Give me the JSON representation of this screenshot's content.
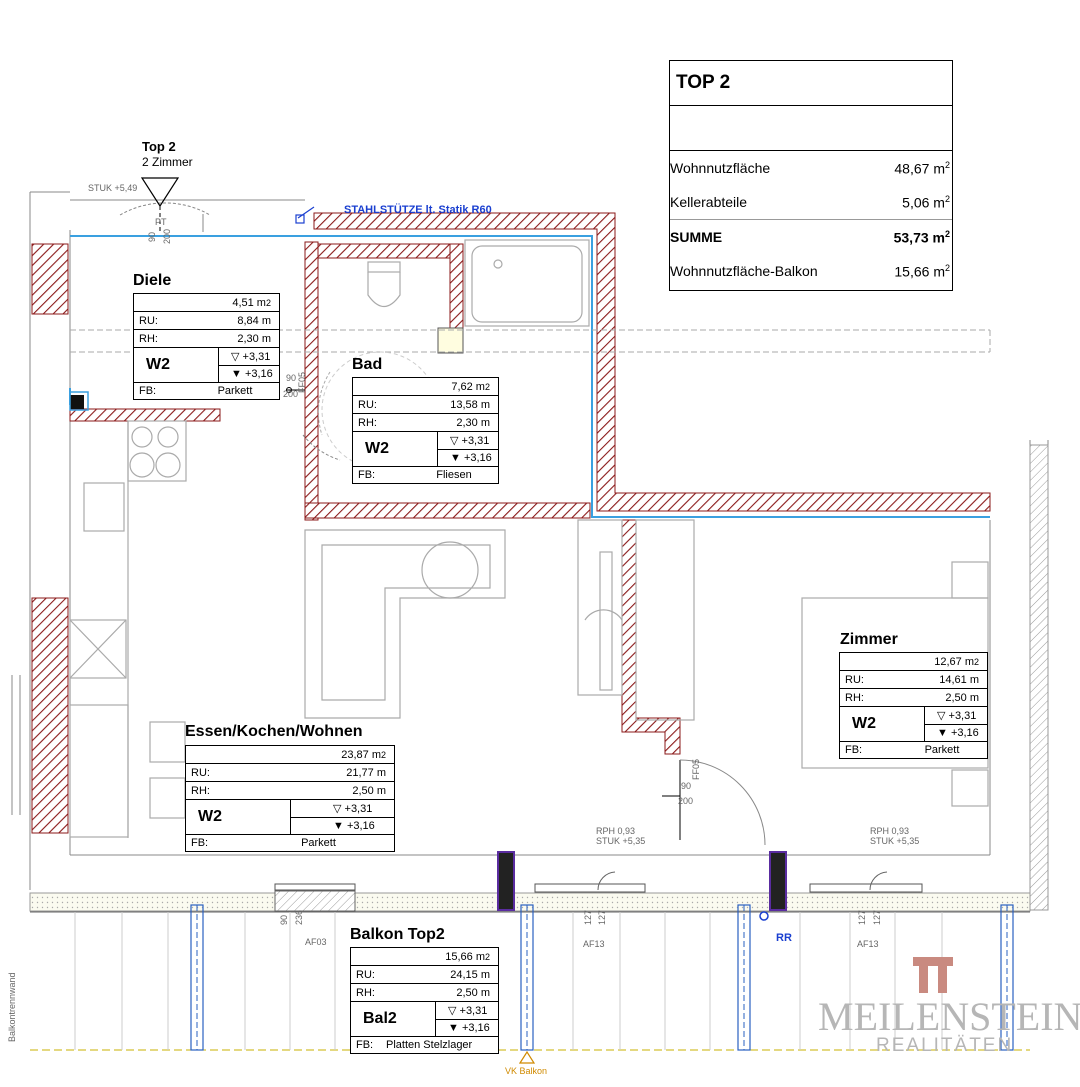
{
  "unit": {
    "title": "Top 2",
    "subtitle": "2 Zimmer",
    "stuk": "STUK +5,49",
    "pt": "PT"
  },
  "beam_note": "STAHLSTÜTZE lt. Statik R60",
  "summary": {
    "title": "TOP 2",
    "rows": [
      {
        "label": "Wohnnutzfläche",
        "value": "48,67 m",
        "sup": "2"
      },
      {
        "label": "Kellerabteile",
        "value": "5,06 m",
        "sup": "2"
      },
      {
        "label": "SUMME",
        "value": "53,73 m",
        "sup": "2"
      },
      {
        "label": "Wohnnutzfläche-Balkon",
        "value": "15,66 m",
        "sup": "2"
      }
    ]
  },
  "rooms": {
    "diele": {
      "name": "Diele",
      "area": "4,51 m",
      "ru": "8,84 m",
      "rh": "2,30 m",
      "code": "W2",
      "lv1": "▽ +3,31",
      "lv2": "▼ +3,16",
      "fb": "Parkett"
    },
    "bad": {
      "name": "Bad",
      "area": "7,62 m",
      "ru": "13,58 m",
      "rh": "2,30 m",
      "code": "W2",
      "lv1": "▽ +3,31",
      "lv2": "▼ +3,16",
      "fb": "Fliesen"
    },
    "zimmer": {
      "name": "Zimmer",
      "area": "12,67 m",
      "ru": "14,61 m",
      "rh": "2,50 m",
      "code": "W2",
      "lv1": "▽ +3,31",
      "lv2": "▼ +3,16",
      "fb": "Parkett"
    },
    "ekw": {
      "name": "Essen/Kochen/Wohnen",
      "area": "23,87 m",
      "ru": "21,77 m",
      "rh": "2,50 m",
      "code": "W2",
      "lv1": "▽ +3,31",
      "lv2": "▼ +3,16",
      "fb": "Parkett"
    },
    "balkon": {
      "name": "Balkon Top2",
      "area": "15,66 m",
      "ru": "24,15 m",
      "rh": "2,50 m",
      "code": "Bal2",
      "lv1": "▽ +3,31",
      "lv2": "▼ +3,16",
      "fb": "Platten Stelzlager"
    }
  },
  "stamp_labels": {
    "ru": "RU:",
    "rh": "RH:",
    "fb": "FB:",
    "sup": "2"
  },
  "tags": {
    "rph1": "RPH 0,93",
    "stuk1": "STUK +5,35",
    "rph2": "RPH 0,93",
    "stuk2": "STUK +5,35",
    "af03": "AF03",
    "af13a": "AF13",
    "af13b": "AF13",
    "rr": "RR",
    "vk": "VK Balkon",
    "balkontrennwand": "Balkontrennwand",
    "door1a": "90",
    "door1b": "200",
    "door1c": "FF05",
    "door2a": "90",
    "door2b": "200",
    "door2c": "FF05",
    "w1a": "90",
    "w1b": "236",
    "w2a": "127",
    "w2b": "127",
    "w3a": "127",
    "w3b": "127",
    "dim_top": "90",
    "dim_top2": "200"
  },
  "logo": {
    "name": "MEILENSTEIN",
    "sub": "REALITÄTEN"
  },
  "colors": {
    "wall_hatch": "#8b1a1a",
    "insulation": "#3aa0e0",
    "furniture": "#bbbbbb",
    "accent": "#1a3fd0"
  }
}
